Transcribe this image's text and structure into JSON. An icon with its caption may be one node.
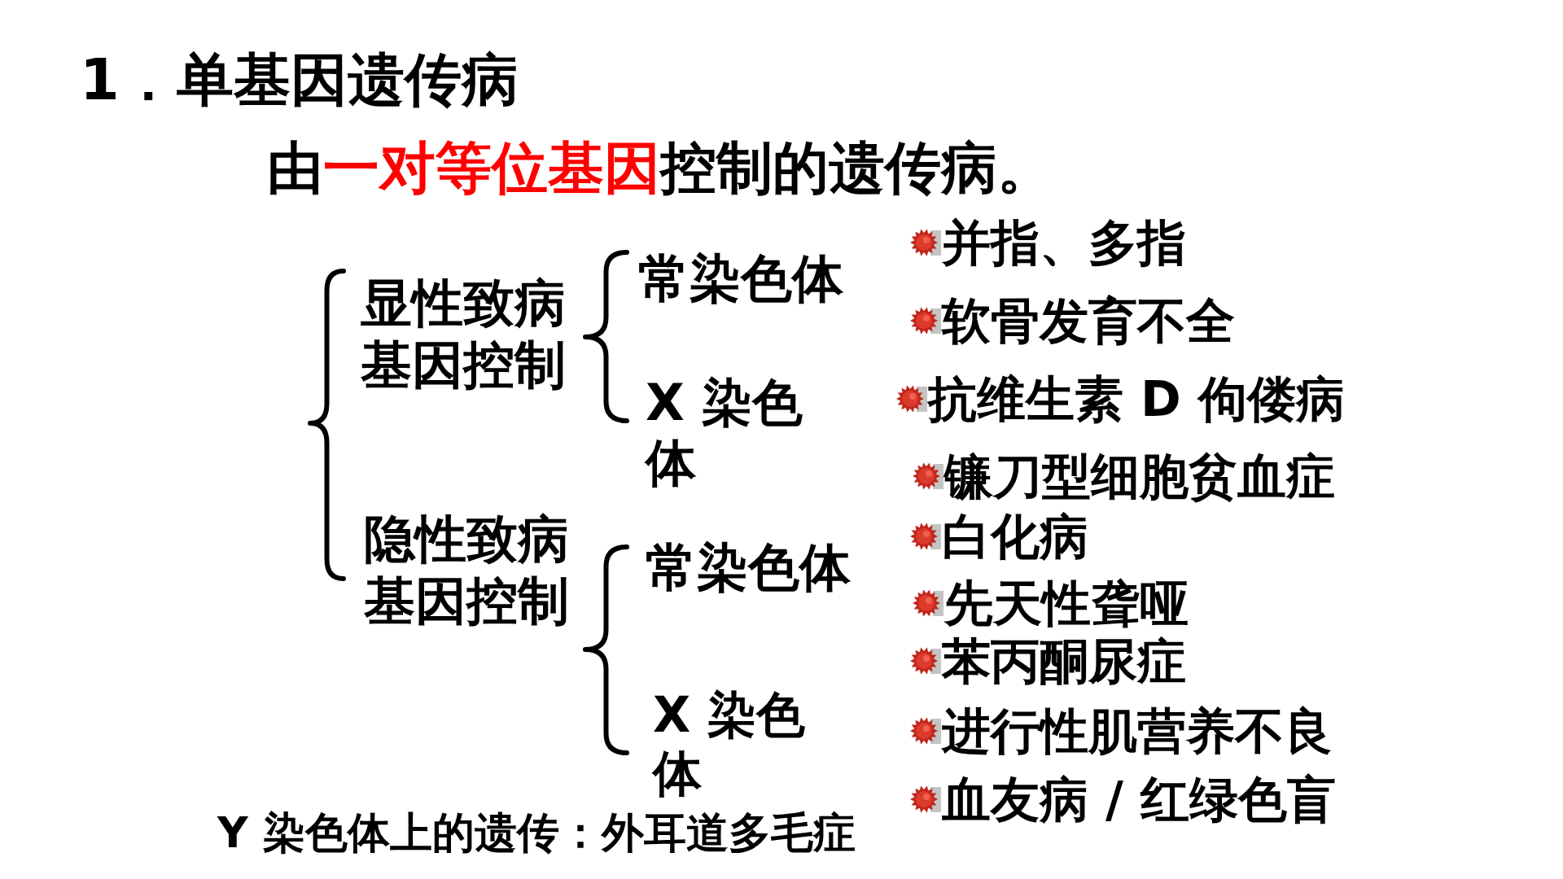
{
  "diagram": {
    "title": "1．单基因遗传病",
    "labels": [
      "由**一对等位基因**控制的遗传病。",
      "显性致病基因控制",
      "常染色体",
      "X 染色体",
      "隐性致病基因控制",
      "常染色体",
      "X 染色体",
      "并指、多指",
      "软骨发育不全",
      "抗维生素 D 佝偻病",
      "镰刀型细胞贫血症",
      "白化病",
      "先天性聋哑",
      "苯丙酮尿症",
      "进行性肌营养不良",
      "血友病 / 红绿色盲",
      "Y 染色体上的遗传：外耳道多毛症"
    ]
  }
}
